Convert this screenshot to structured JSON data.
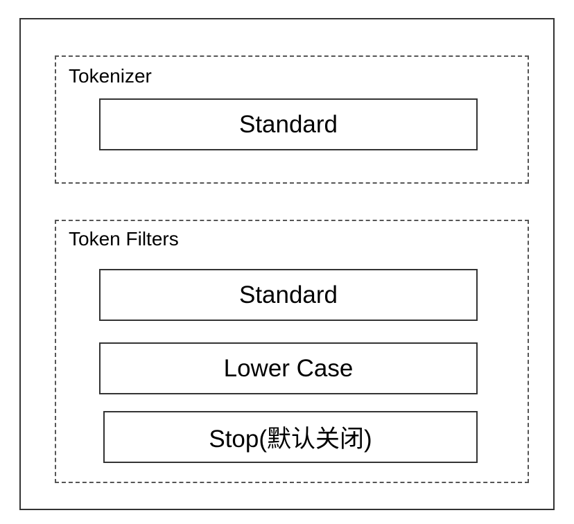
{
  "tokenizer": {
    "title": "Tokenizer",
    "items": [
      "Standard"
    ]
  },
  "token_filters": {
    "title": "Token Filters",
    "items": [
      "Standard",
      "Lower Case",
      "Stop(默认关闭)"
    ]
  },
  "colors": {
    "border": "#333333",
    "dashed_border": "#555555",
    "background": "#ffffff",
    "text": "#000000"
  }
}
